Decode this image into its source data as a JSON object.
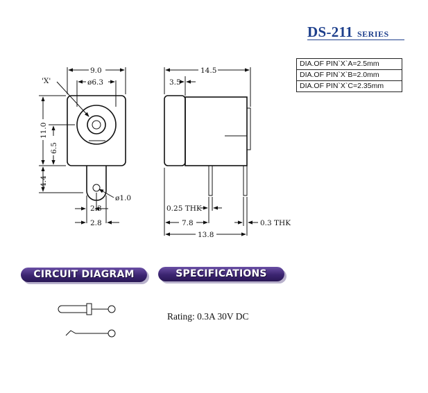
{
  "header": {
    "model": "DS-211",
    "series": "SERIES"
  },
  "pin_table": {
    "rows": [
      "DIA.OF PIN`X`A=2.5mm",
      "DIA.OF PIN`X`B=2.0mm",
      "DIA.OF PIN`X`C=2.35mm"
    ]
  },
  "front_view": {
    "callout_x": "'X'",
    "dim_width": "9.0",
    "dim_bore": "ø6.3",
    "dim_height": "11.0",
    "dim_center_height": "6.5",
    "dim_pin_extension": "4.4",
    "dim_pin_hole": "ø1.0",
    "dim_pin_offset": "2.3",
    "dim_pin_spacing": "2.8"
  },
  "side_view": {
    "dim_length": "14.5",
    "dim_front_depth": "3.5",
    "dim_pin_thickness": "0.25 THK",
    "dim_pin_position": "7.8",
    "dim_rear_thickness": "0.3 THK",
    "dim_overall_pin": "13.8"
  },
  "sections": {
    "circuit_diagram": "CIRCUIT DIAGRAM",
    "specifications": "SPECIFICATIONS"
  },
  "specs": {
    "rating": "Rating: 0.3A 30V DC"
  },
  "colors": {
    "title_blue": "#1d3f8c",
    "pill_purple": "#3b2470"
  }
}
